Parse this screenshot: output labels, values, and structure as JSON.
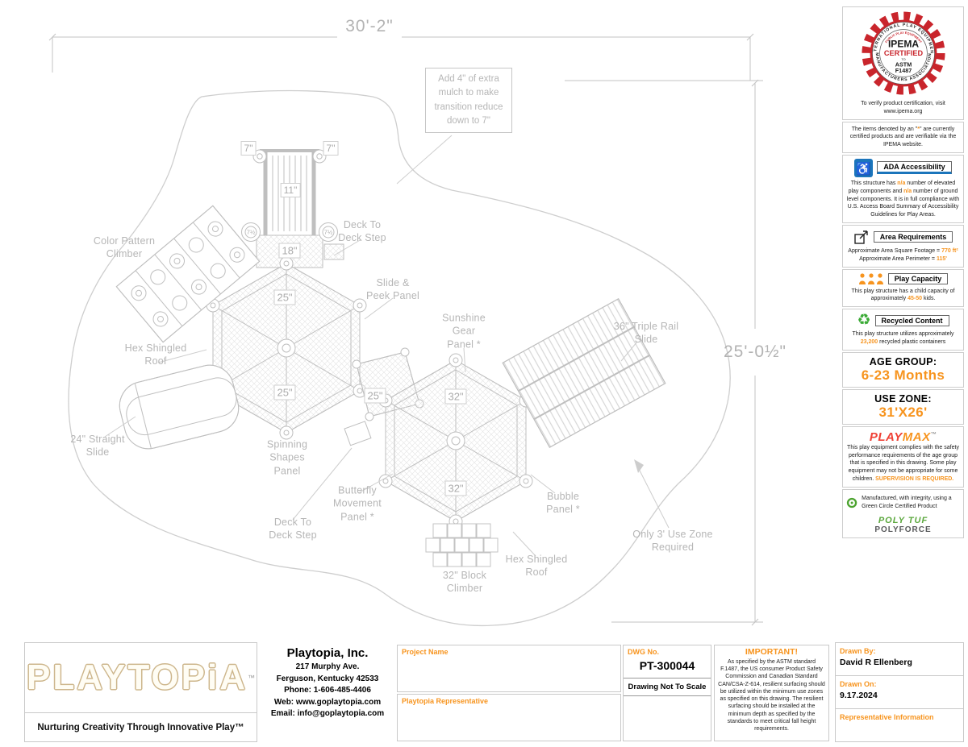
{
  "drawing": {
    "dim_top": "30'-2\"",
    "dim_right": "25'-0½\"",
    "note": "Add 4\" of extra mulch to make transition reduce down to 7\"",
    "labels": {
      "color_pattern_climber": "Color Pattern Climber",
      "hex_roof_left": "Hex Shingled Roof",
      "straight_slide": "24\" Straight Slide",
      "spinning_shapes": "Spinning Shapes Panel",
      "deck_step_top": "Deck To Deck Step",
      "slide_peek": "Slide & Peek Panel",
      "sunshine_gear": "Sunshine Gear Panel *",
      "triple_rail": "36\" Triple Rail Slide",
      "butterfly": "Butterfly Movement Panel *",
      "bubble": "Bubble Panel *",
      "deck_step_bottom": "Deck To Deck Step",
      "block_climber": "32\" Block Climber",
      "hex_roof_bottom": "Hex Shingled Roof",
      "use_zone_note": "Only 3' Use Zone Required"
    },
    "sizes": {
      "s7a": "7\"",
      "s7b": "7\"",
      "s11": "11\"",
      "s75a": "7½",
      "s75b": "7½",
      "s18": "18\"",
      "s25a": "25\"",
      "s25b": "25\"",
      "s25c": "25\"",
      "s32a": "32\"",
      "s32b": "32\""
    }
  },
  "sidebar": {
    "ipema": {
      "ring_top": "INTERNATIONAL PLAY EQUIPMENT",
      "ring_bottom": "MANUFACTURERS ASSOCIATION",
      "inner": "PUBLIC PLAY EQUIPMENT",
      "name": "IPEMA",
      "certified": "CERTIFIED",
      "to": "TO",
      "astm": "ASTM",
      "f1487": "F1487",
      "verify": "To verify product certification, visit www.ipema.org"
    },
    "note": {
      "pre": "The items denoted by an \"",
      "star": "*",
      "post": "\" are currently certified products and are verifiable via the IPEMA website."
    },
    "ada": {
      "icon": "♿",
      "title": "ADA Accessibility",
      "b1": "This structure has ",
      "na1": "n/a",
      "b2": " number of elevated play components and ",
      "na2": "n/a",
      "b3": " number of ground level components. It is in full compliance with U.S. Access Board Summary of Accessibility Guidelines for Play Areas."
    },
    "area": {
      "title": "Area Requirements",
      "l1": "Approximate Area Square Footage = ",
      "v1": "770 ft²",
      "l2": "Approximate Area Perimeter = ",
      "v2": "115'"
    },
    "capacity": {
      "title": "Play Capacity",
      "b1": "This play structure has a child capacity of approximately ",
      "value": "45-50",
      "b2": " kids."
    },
    "recycled": {
      "icon": "♻",
      "title": "Recycled Content",
      "b1": "This play structure utilizes approximately ",
      "value": "23,200",
      "b2": " recycled plastic containers"
    },
    "age": {
      "label": "AGE GROUP:",
      "value": "6-23 Months"
    },
    "zone": {
      "label": "USE ZONE:",
      "value": "31'X26'"
    },
    "playmax": {
      "play": "PLAY",
      "max": "MAX",
      "tm": "™",
      "body": "This play equipment complies with the safety performance requirements of the age group that is specified in this drawing. Some play equipment may not be appropriate for some children. ",
      "supervision": "SUPERVISION IS REQUIRED."
    },
    "green": {
      "body": "Manufactured, with integrity, using a Green Circle Certified Product",
      "poly1": "POLY TUF",
      "poly2": "POLYFORCE"
    }
  },
  "title_block": {
    "logo": "PLAYTOPiA",
    "logo_tm": "™",
    "tagline": "Nurturing Creativity Through Innovative Play™",
    "company": {
      "name": "Playtopia, Inc.",
      "a1": "217 Murphy Ave.",
      "a2": "Ferguson, Kentucky 42533",
      "phone": "Phone: 1-606-485-4406",
      "web": "Web: www.goplaytopia.com",
      "email": "Email: info@goplaytopia.com"
    },
    "project_label": "Project Name",
    "rep_label": "Playtopia Representative",
    "dwg": {
      "label": "DWG No.",
      "number": "PT-300044",
      "scale": "Drawing Not To Scale"
    },
    "important": {
      "title": "IMPORTANT!",
      "body": "As specified by the ASTM standard F.1487, the US consumer Product Safety Commission and Canadian Standard CAN/CSA-Z-614, resilient surfacing should be utilized within the minimum use zones as specified on this drawing. The resilient surfacing should be installed at the minimum depth as specified by the standards to meet critical fall height requirements."
    },
    "drawn": {
      "by_label": "Drawn By:",
      "by_value": "David R Ellenberg",
      "on_label": "Drawn On:",
      "on_value": "9.17.2024",
      "rep_label": "Representative Information"
    }
  }
}
